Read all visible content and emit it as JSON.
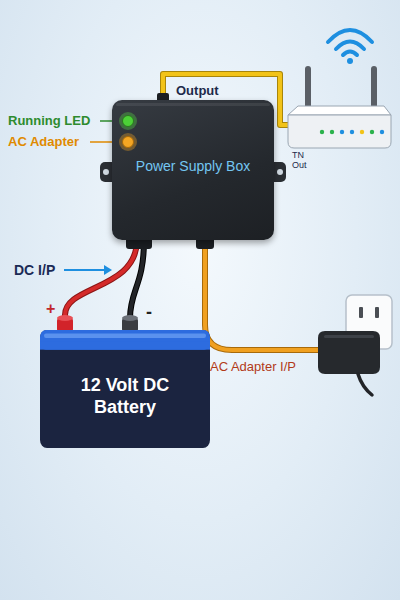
{
  "diagram": {
    "nodes": [
      {
        "text": [
          "Power Supply Box"
        ]
      },
      {
        "text": [
          "TN Out"
        ]
      },
      {
        "text": [
          "12 Volt DC Battery"
        ]
      },
      {
        "text": [
          "AC Adapter I/P"
        ]
      }
    ],
    "edges": [
      {
        "from": 0,
        "to": 1,
        "arrow": "none"
      },
      {
        "from": 2,
        "to": 0,
        "arrow": "none"
      },
      {
        "from": 3,
        "to": 0,
        "arrow": "none"
      }
    ],
    "labels": [
      "Output",
      "Running LED",
      "AC Adapter",
      "DC I/P",
      "+",
      "-"
    ]
  }
}
